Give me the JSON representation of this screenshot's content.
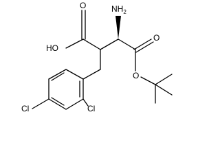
{
  "molecule": {
    "atoms": {
      "hydroxyl": "HO",
      "amine": "NH",
      "amine_subscript": "2",
      "carboxyl_oxygen": "O",
      "ester_carbonyl_oxygen": "O",
      "ester_oxygen": "O",
      "chloro_left": "Cl",
      "chloro_right": "Cl"
    }
  }
}
